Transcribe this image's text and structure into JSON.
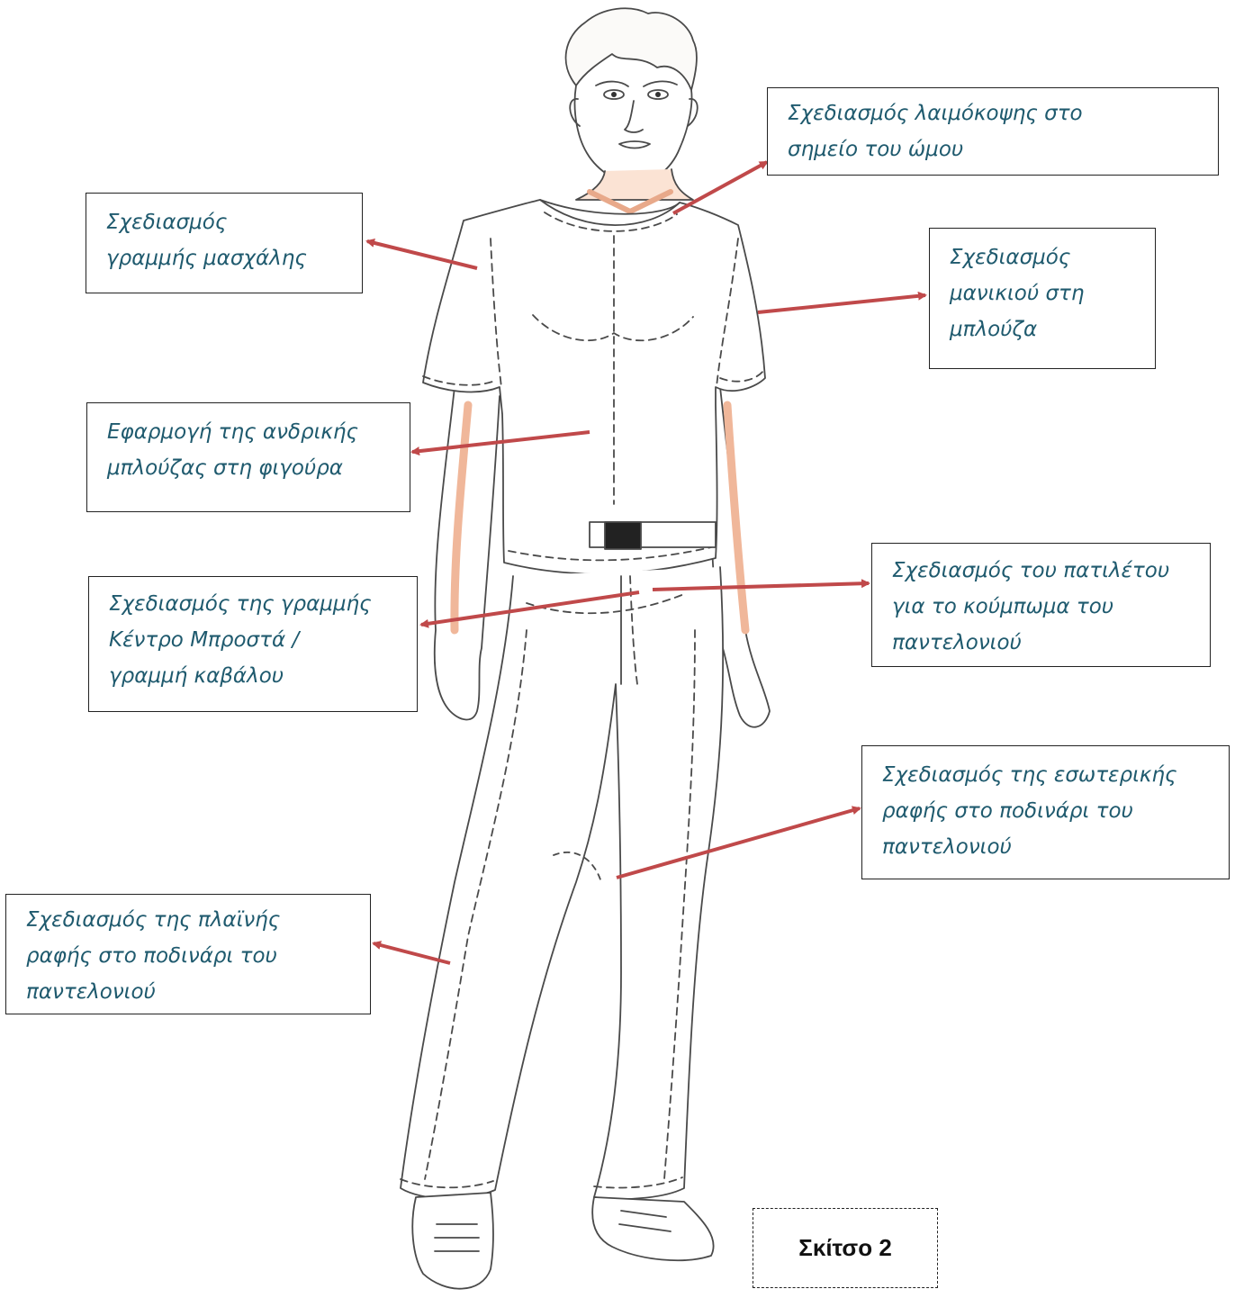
{
  "labels": {
    "neckline": [
      "Σχεδιασμός λαιμόκοψης στο",
      "σημείο του ώμου"
    ],
    "armhole": [
      "Σχεδιασμός",
      "γραμμής μασχάλης"
    ],
    "sleeve": [
      "Σχεδιασμός",
      "μανικιού στη",
      "μπλούζα"
    ],
    "shirt_fit": [
      "Εφαρμογή της ανδρικής",
      "μπλούζας στη φιγούρα"
    ],
    "fly": [
      "Σχεδιασμός του πατιλέτου",
      "για το κούμπωμα του",
      "παντελονιού"
    ],
    "center_front": [
      "Σχεδιασμός της γραμμής",
      "Κέντρο Μπροστά /",
      "γραμμή καβάλου"
    ],
    "inseam": [
      "Σχεδιασμός της εσωτερικής",
      "ραφής στο ποδινάρι του",
      "παντελονιού"
    ],
    "side_seam": [
      "Σχεδιασμός της πλαϊνής",
      "ραφής στο ποδινάρι του",
      "παντελονιού"
    ]
  },
  "caption": "Σκίτσο 2",
  "colors": {
    "arrow": "#c0494a",
    "label_text": "#1f5a6e",
    "skin": "#f2c3a8",
    "pencil": "#4a4a4a"
  }
}
